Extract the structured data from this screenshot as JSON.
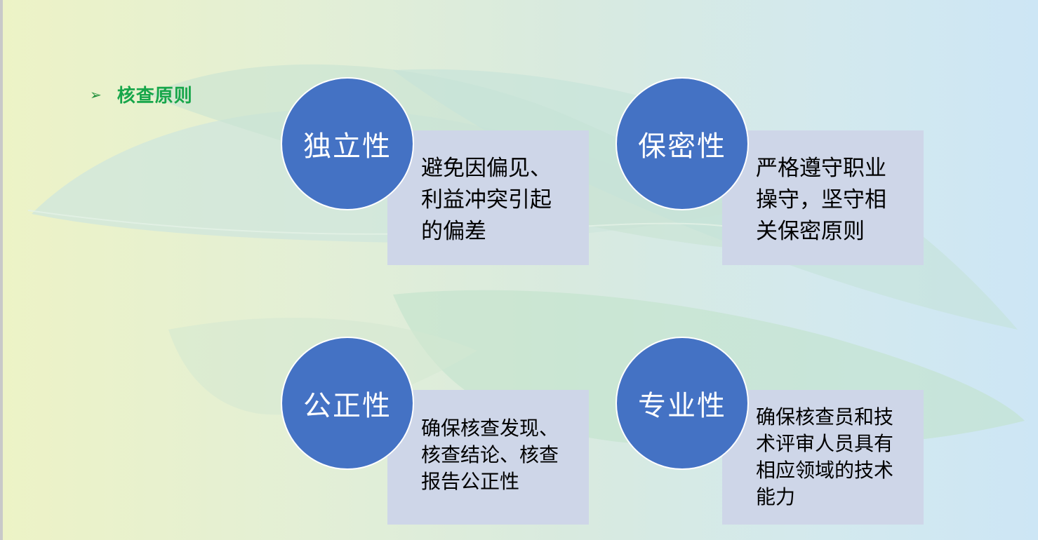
{
  "heading": {
    "bullet": "➢",
    "title": "核查原则"
  },
  "principles": [
    {
      "name": "独立性",
      "description": "避免因偏见、\n利益冲突引起\n的偏差"
    },
    {
      "name": "保密性",
      "description": "严格遵守职业\n操守，坚守相\n关保密原则"
    },
    {
      "name": "公正性",
      "description": "确保核查发现、\n核查结论、核查\n报告公正性"
    },
    {
      "name": "专业性",
      "description": "确保核查员和技\n术评审人员具有\n相应领域的技术\n能力"
    }
  ],
  "colors": {
    "circle": "#4472c4",
    "box": "#ced6e8",
    "heading": "#17a64a"
  }
}
